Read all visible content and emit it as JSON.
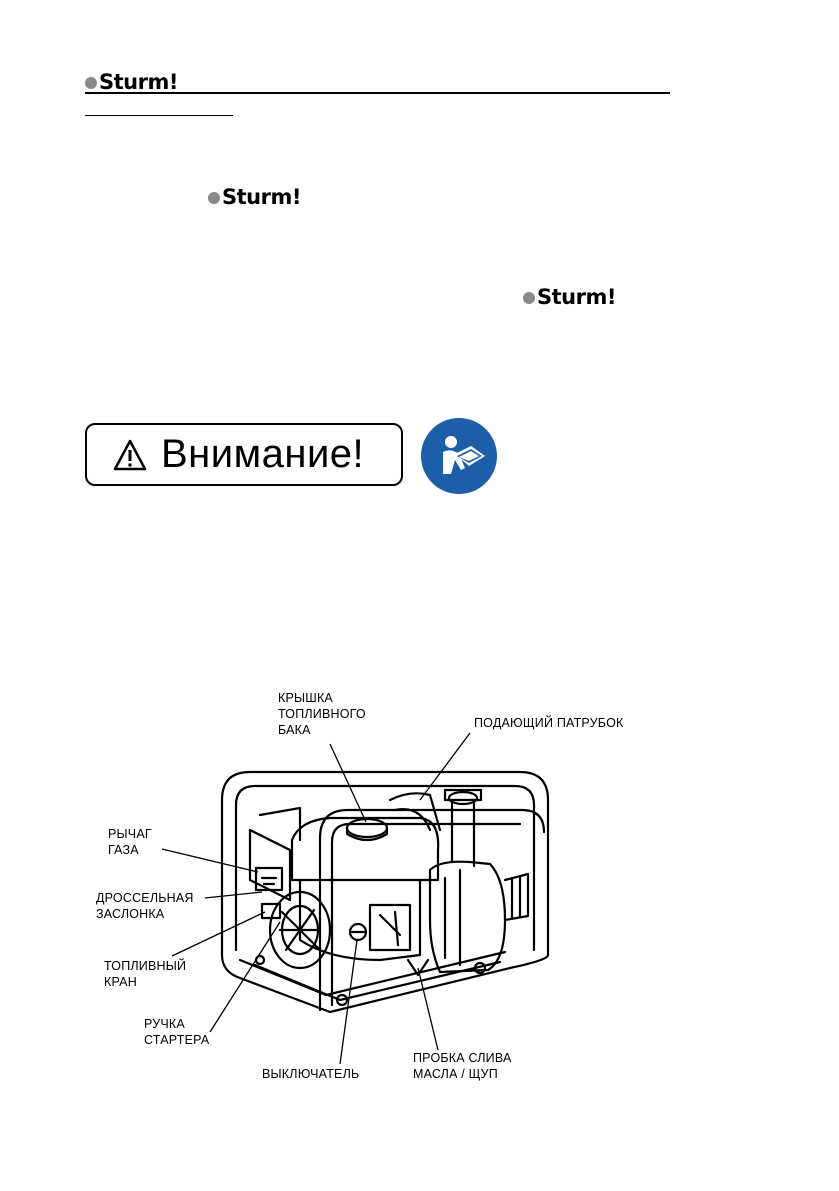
{
  "header": {
    "brand": "Sturm!"
  },
  "inline_logos": [
    "Sturm!",
    "Sturm!"
  ],
  "warning": {
    "label": "Внимание!",
    "icon": "warning-triangle-icon",
    "manual_icon": "read-manual-icon",
    "manual_color": "#1d5ea8"
  },
  "diagram": {
    "labels": {
      "fuel_cap": [
        "КРЫШКА",
        "ТОПЛИВНОГО",
        "БАКА"
      ],
      "outlet": [
        "ПОДАЮЩИЙ ПАТРУБОК"
      ],
      "throttle": [
        "РЫЧАГ",
        "ГАЗА"
      ],
      "choke": [
        "ДРОССЕЛЬНАЯ",
        "ЗАСЛОНКА"
      ],
      "fuel_valve": [
        "ТОПЛИВНЫЙ",
        "КРАН"
      ],
      "starter": [
        "РУЧКА",
        "СТАРТЕРА"
      ],
      "switch": [
        "ВЫКЛЮЧАТЕЛЬ"
      ],
      "oil_drain": [
        "ПРОБКА СЛИВА",
        "МАСЛА / ЩУП"
      ]
    }
  }
}
